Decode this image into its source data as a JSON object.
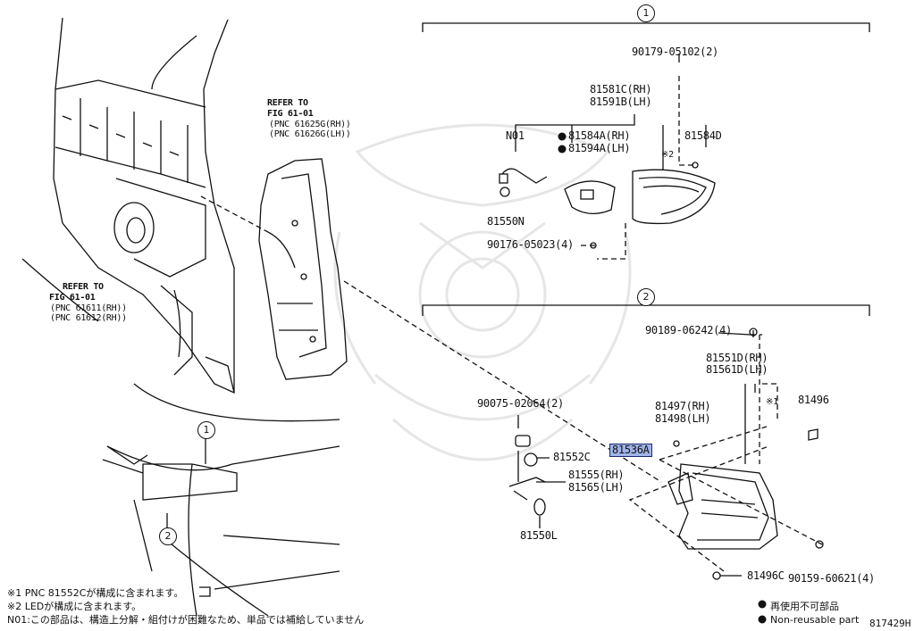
{
  "sections": {
    "one": {
      "number": "1"
    },
    "two": {
      "number": "2"
    },
    "detail_one": "1",
    "detail_two": "2"
  },
  "refer_top": {
    "line1": "REFER TO",
    "line2": "FIG 61-01",
    "pnc1": "(PNC 61625G(RH))",
    "pnc2": "(PNC 61626G(LH))"
  },
  "refer_left": {
    "line1": "REFER TO",
    "line2": "FIG 61-01",
    "pnc1": "(PNC 61611(RH))",
    "pnc2": "(PNC 61612(RH))"
  },
  "parts_one": {
    "bolt_top": "90179-05102(2)",
    "lamp_rh": "81581C(RH)",
    "lamp_lh": "81591B(LH)",
    "n01": "N01",
    "gasket_rh": "81584A(RH)",
    "gasket_lh": "81594A(LH)",
    "note2": "※2",
    "clip": "81584D",
    "bulb": "81550N",
    "screw": "90176-05023(4)"
  },
  "parts_two": {
    "screw_top": "90189-06242(4)",
    "lamp_rh": "81551D(RH)",
    "lamp_lh": "81561D(LH)",
    "note1": "※1",
    "cushion_rh": "81497(RH)",
    "cushion_lh": "81498(LH)",
    "clip": "81496",
    "bolt": "90075-02064(2)",
    "gasket": "81552C",
    "socket_highlight": "81536A",
    "cord_rh": "81555(RH)",
    "cord_lh": "81565(LH)",
    "bulb": "81550L",
    "clip_c": "81496C",
    "screw_bottom": "90159-60621(4)"
  },
  "notes": {
    "n1": "※1 PNC 81552Cが構成に含まれます。",
    "n2": "※2 LEDが構成に含まれます。",
    "n3": "N01:この部品は、構造上分解・組付けが困難なため、単品では補給していません"
  },
  "legend": {
    "jp": "再使用不可部品",
    "en": "Non-reusable part",
    "code": "817429H"
  },
  "colors": {
    "ink": "#111111",
    "highlight": "#9fb4e8",
    "watermark": "#e6e6e6"
  }
}
